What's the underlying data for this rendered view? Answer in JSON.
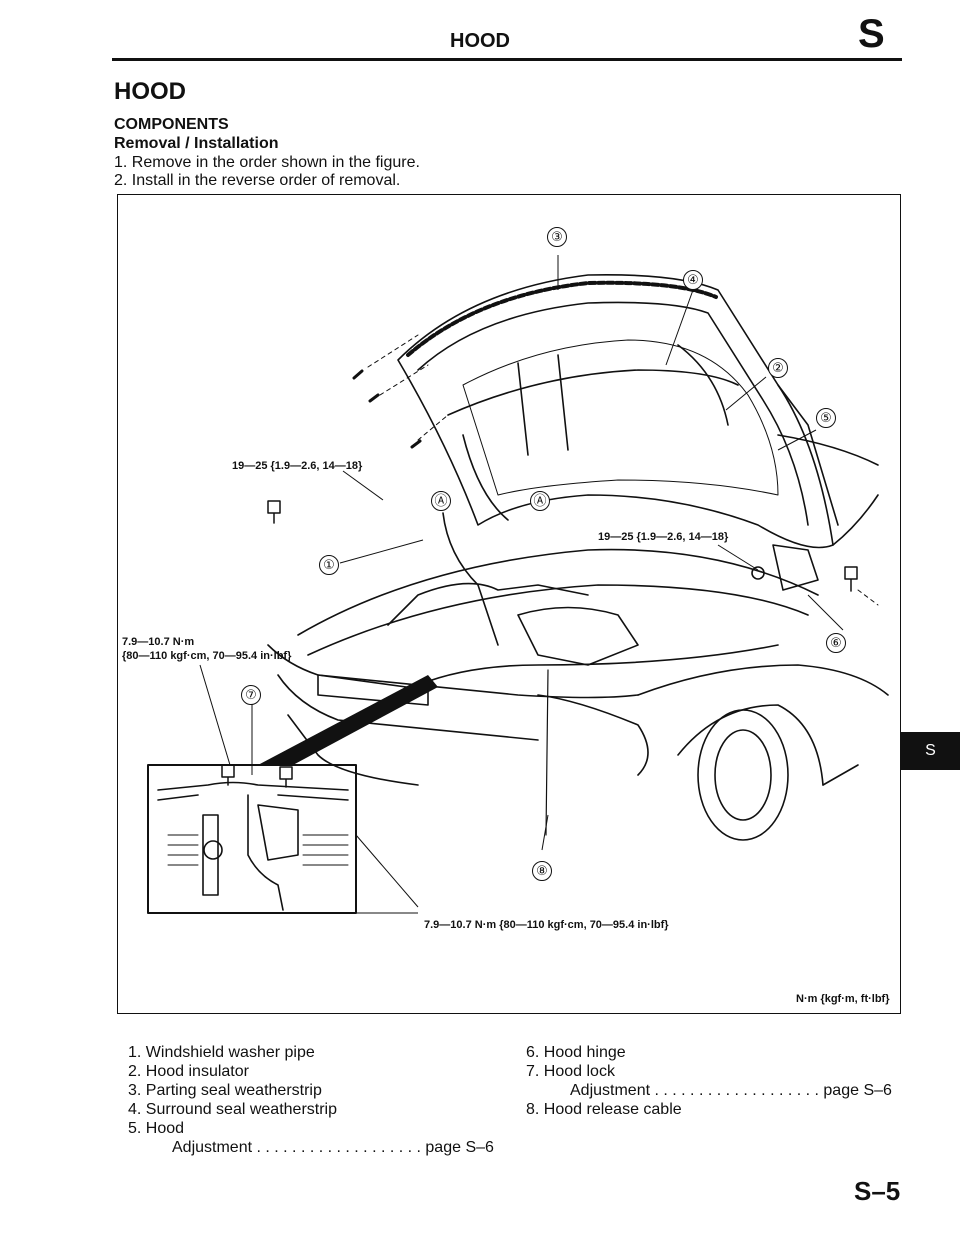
{
  "header": {
    "title": "HOOD",
    "section_letter": "S"
  },
  "section_title": "HOOD",
  "components_heading": "COMPONENTS",
  "procedure_heading": "Removal / Installation",
  "steps": [
    "1. Remove in the order shown in the figure.",
    "2. Install in the reverse order of removal."
  ],
  "figure": {
    "torque_upper_left": "19—25 {1.9—2.6, 14—18}",
    "torque_upper_right": "19—25 {1.9—2.6, 14—18}",
    "torque_left_line1": "7.9—10.7 N·m",
    "torque_left_line2": "{80—110 kgf·cm, 70—95.4 in·lbf}",
    "torque_bottom": "7.9—10.7 N·m {80—110 kgf·cm, 70—95.4 in·lbf}",
    "units_note": "N·m {kgf·m, ft·lbf}",
    "callouts": [
      "①",
      "②",
      "③",
      "④",
      "⑤",
      "⑥",
      "⑦",
      "⑧"
    ],
    "ref_a": "Ⓐ"
  },
  "legend": {
    "left": [
      "1. Windshield washer pipe",
      "2. Hood insulator",
      "3. Parting seal weatherstrip",
      "4. Surround seal weatherstrip",
      "5. Hood",
      "Adjustment . . . . . . . . . . . . . . . . . . . page S–6"
    ],
    "right": [
      "6. Hood hinge",
      "7. Hood lock",
      "Adjustment . . . . . . . . . . . . . . . . . . . page S–6",
      "8. Hood release cable"
    ]
  },
  "side_tab": "S",
  "page_number": "S–5"
}
